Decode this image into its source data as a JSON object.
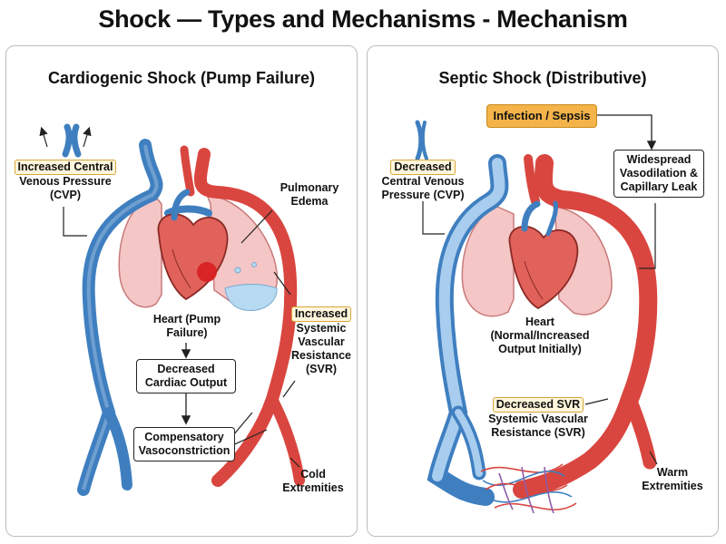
{
  "title": "Shock — Types and Mechanisms - Mechanism",
  "left": {
    "title": "Cardiogenic Shock (Pump Failure)",
    "cvp_highlight": "Increased Central",
    "cvp_rest": "Venous Pressure (CVP)",
    "pulmonary_edema": "Pulmonary Edema",
    "heart": "Heart (Pump Failure)",
    "decreased_co": "Decreased Cardiac Output",
    "compensatory": "Compensatory Vasoconstriction",
    "svr_highlight": "Increased",
    "svr_rest": "Systemic Vascular Resistance (SVR)",
    "cold": "Cold Extremities"
  },
  "right": {
    "title": "Septic Shock (Distributive)",
    "sepsis": "Infection / Sepsis",
    "vasodilation": "Widespread Vasodilation & Capillary Leak",
    "cvp_highlight": "Decreased",
    "cvp_rest": "Central Venous Pressure (CVP)",
    "heart": "Heart (Normal/Increased Output Initially)",
    "svr_highlight": "Decreased SVR",
    "svr_rest": "Systemic Vascular Resistance (SVR)",
    "warm": "Warm Extremities"
  },
  "colors": {
    "vein": "#3f7fc0",
    "vein_light": "#a9cdef",
    "artery": "#d9463f",
    "lung": "#f5c6c6",
    "heart": "#e1625b",
    "highlight": "#fff6dc",
    "sepsis": "#f4b44a"
  }
}
